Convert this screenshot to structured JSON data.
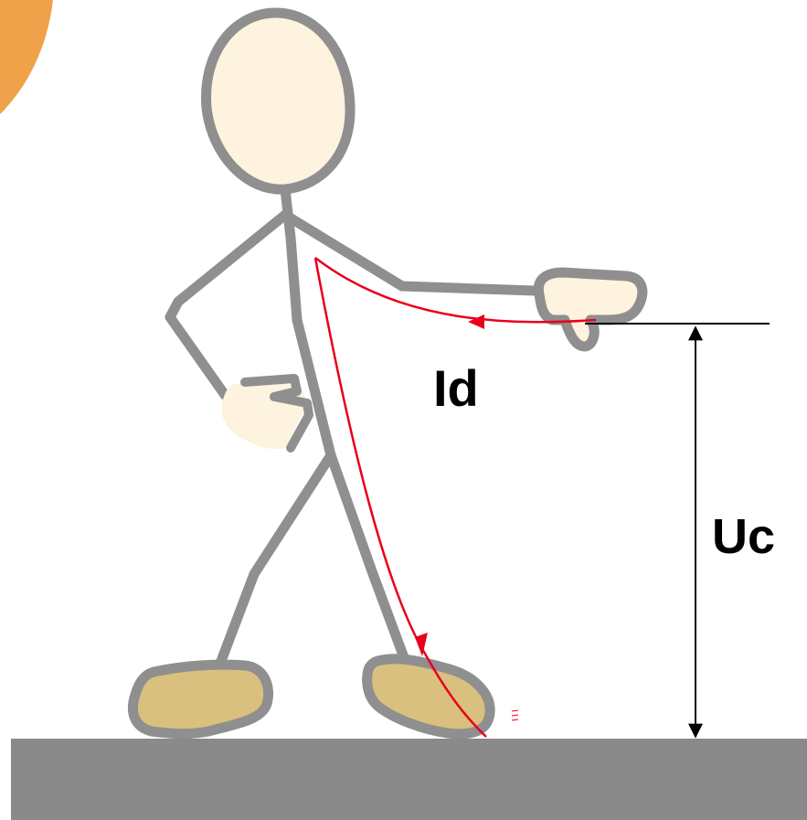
{
  "diagram": {
    "labels": {
      "current": "Id",
      "contact_voltage": "Uc"
    },
    "colors": {
      "background": "#ffffff",
      "ground": "#8a8a8a",
      "body_outline": "#8f8f8f",
      "skin": "#fdf3de",
      "shoes": "#d9c07e",
      "current_path": "#e8001c",
      "sun": "#f0a24a",
      "measure_line": "#000000"
    },
    "icons": {
      "sun": "sun-icon",
      "person": "person-figure",
      "ground": "ground-plane"
    }
  }
}
